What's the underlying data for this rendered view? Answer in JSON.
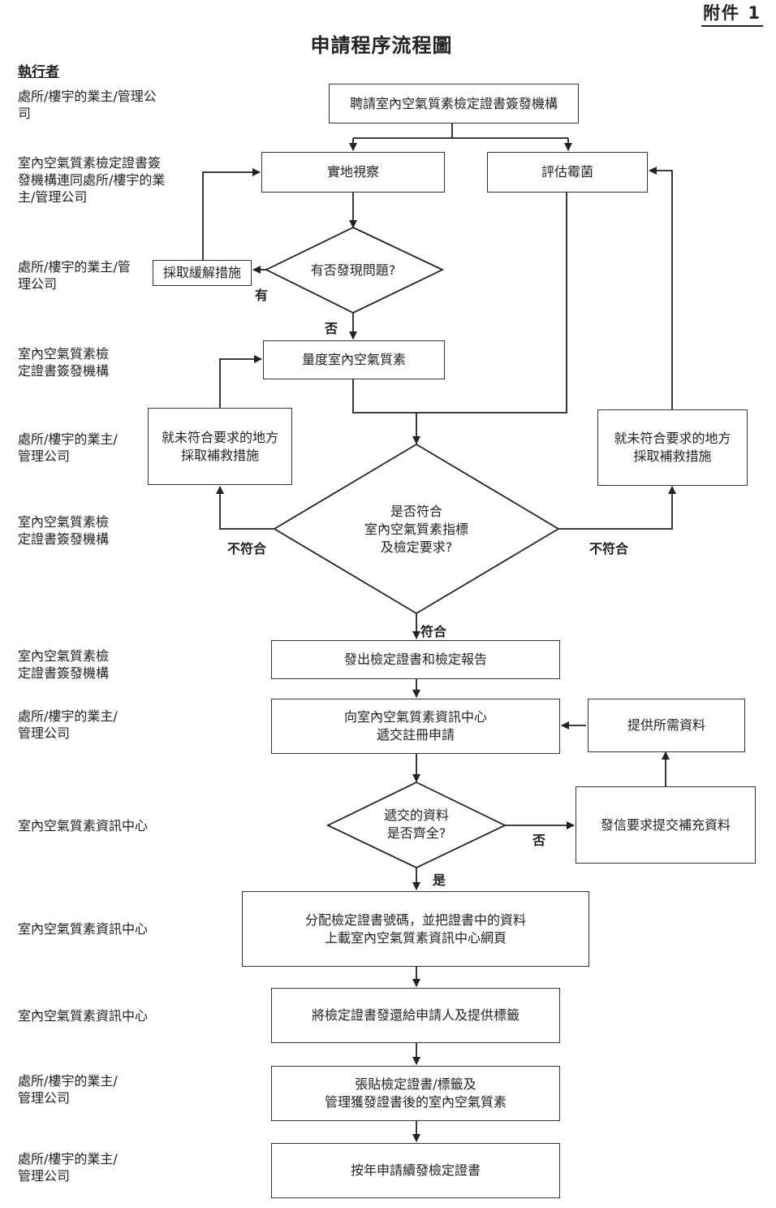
{
  "annex": "附件 1",
  "title": "申請程序流程圖",
  "executor_heading": "執行者",
  "actors": [
    [
      "處所/樓宇的業主/管理公",
      "司"
    ],
    [
      "室內空氣質素檢定證書簽",
      "發機構連同處所/樓宇的業",
      "主/管理公司"
    ],
    [
      "處所/樓宇的業主/管",
      "理公司"
    ],
    [
      "室內空氣質素檢",
      "定證書簽發機構"
    ],
    [
      "處所/樓宇的業主/",
      "管理公司"
    ],
    [
      "室內空氣質素檢",
      "定證書簽發機構"
    ],
    [
      "室內空氣質素檢",
      "定證書簽發機構"
    ],
    [
      "處所/樓宇的業主/",
      "管理公司"
    ],
    [
      "室內空氣質素資訊中心"
    ],
    [
      "室內空氣質素資訊中心"
    ],
    [
      "室內空氣質素資訊中心"
    ],
    [
      "處所/樓宇的業主/",
      "管理公司"
    ],
    [
      "處所/樓宇的業主/",
      "管理公司"
    ]
  ],
  "nodes": {
    "engage": [
      "聘請室內空氣質素檢定證書簽發機構"
    ],
    "site_visit": [
      "實地視察"
    ],
    "assess_mould": [
      "評估霉菌"
    ],
    "problem_found": [
      "有否發現問題?"
    ],
    "mitigation": [
      "採取緩解措施"
    ],
    "measure_iaq": [
      "量度室內空氣質素"
    ],
    "remedy_left": [
      "就未符合要求的地方",
      "採取補救措施"
    ],
    "remedy_right": [
      "就未符合要求的地方",
      "採取補救措施"
    ],
    "meets_criteria": [
      "是否符合",
      "室內空氣質素指標",
      "及檢定要求?"
    ],
    "issue_cert": [
      "發出檢定證書和檢定報告"
    ],
    "submit_reg": [
      "向室內空氣質素資訊中心",
      "遞交註冊申請"
    ],
    "provide_info": [
      "提供所需資料"
    ],
    "complete_check": [
      "遞交的資料",
      "是否齊全?"
    ],
    "request_more": [
      "發信要求提交補充資料"
    ],
    "assign_number": [
      "分配檢定證書號碼，並把證書中的資料",
      "上載室內空氣質素資訊中心網頁"
    ],
    "return_cert": [
      "將檢定證書發還給申請人及提供標籤"
    ],
    "display_cert": [
      "張貼檢定證書/標籤及",
      "管理獲發證書後的室內空氣質素"
    ],
    "renew": [
      "按年申請續發檢定證書"
    ]
  },
  "labels": {
    "yes_problem": "有",
    "no_problem": "否",
    "fail_left": "不符合",
    "fail_right": "不符合",
    "pass": "符合",
    "incomplete": "否",
    "complete": "是"
  }
}
